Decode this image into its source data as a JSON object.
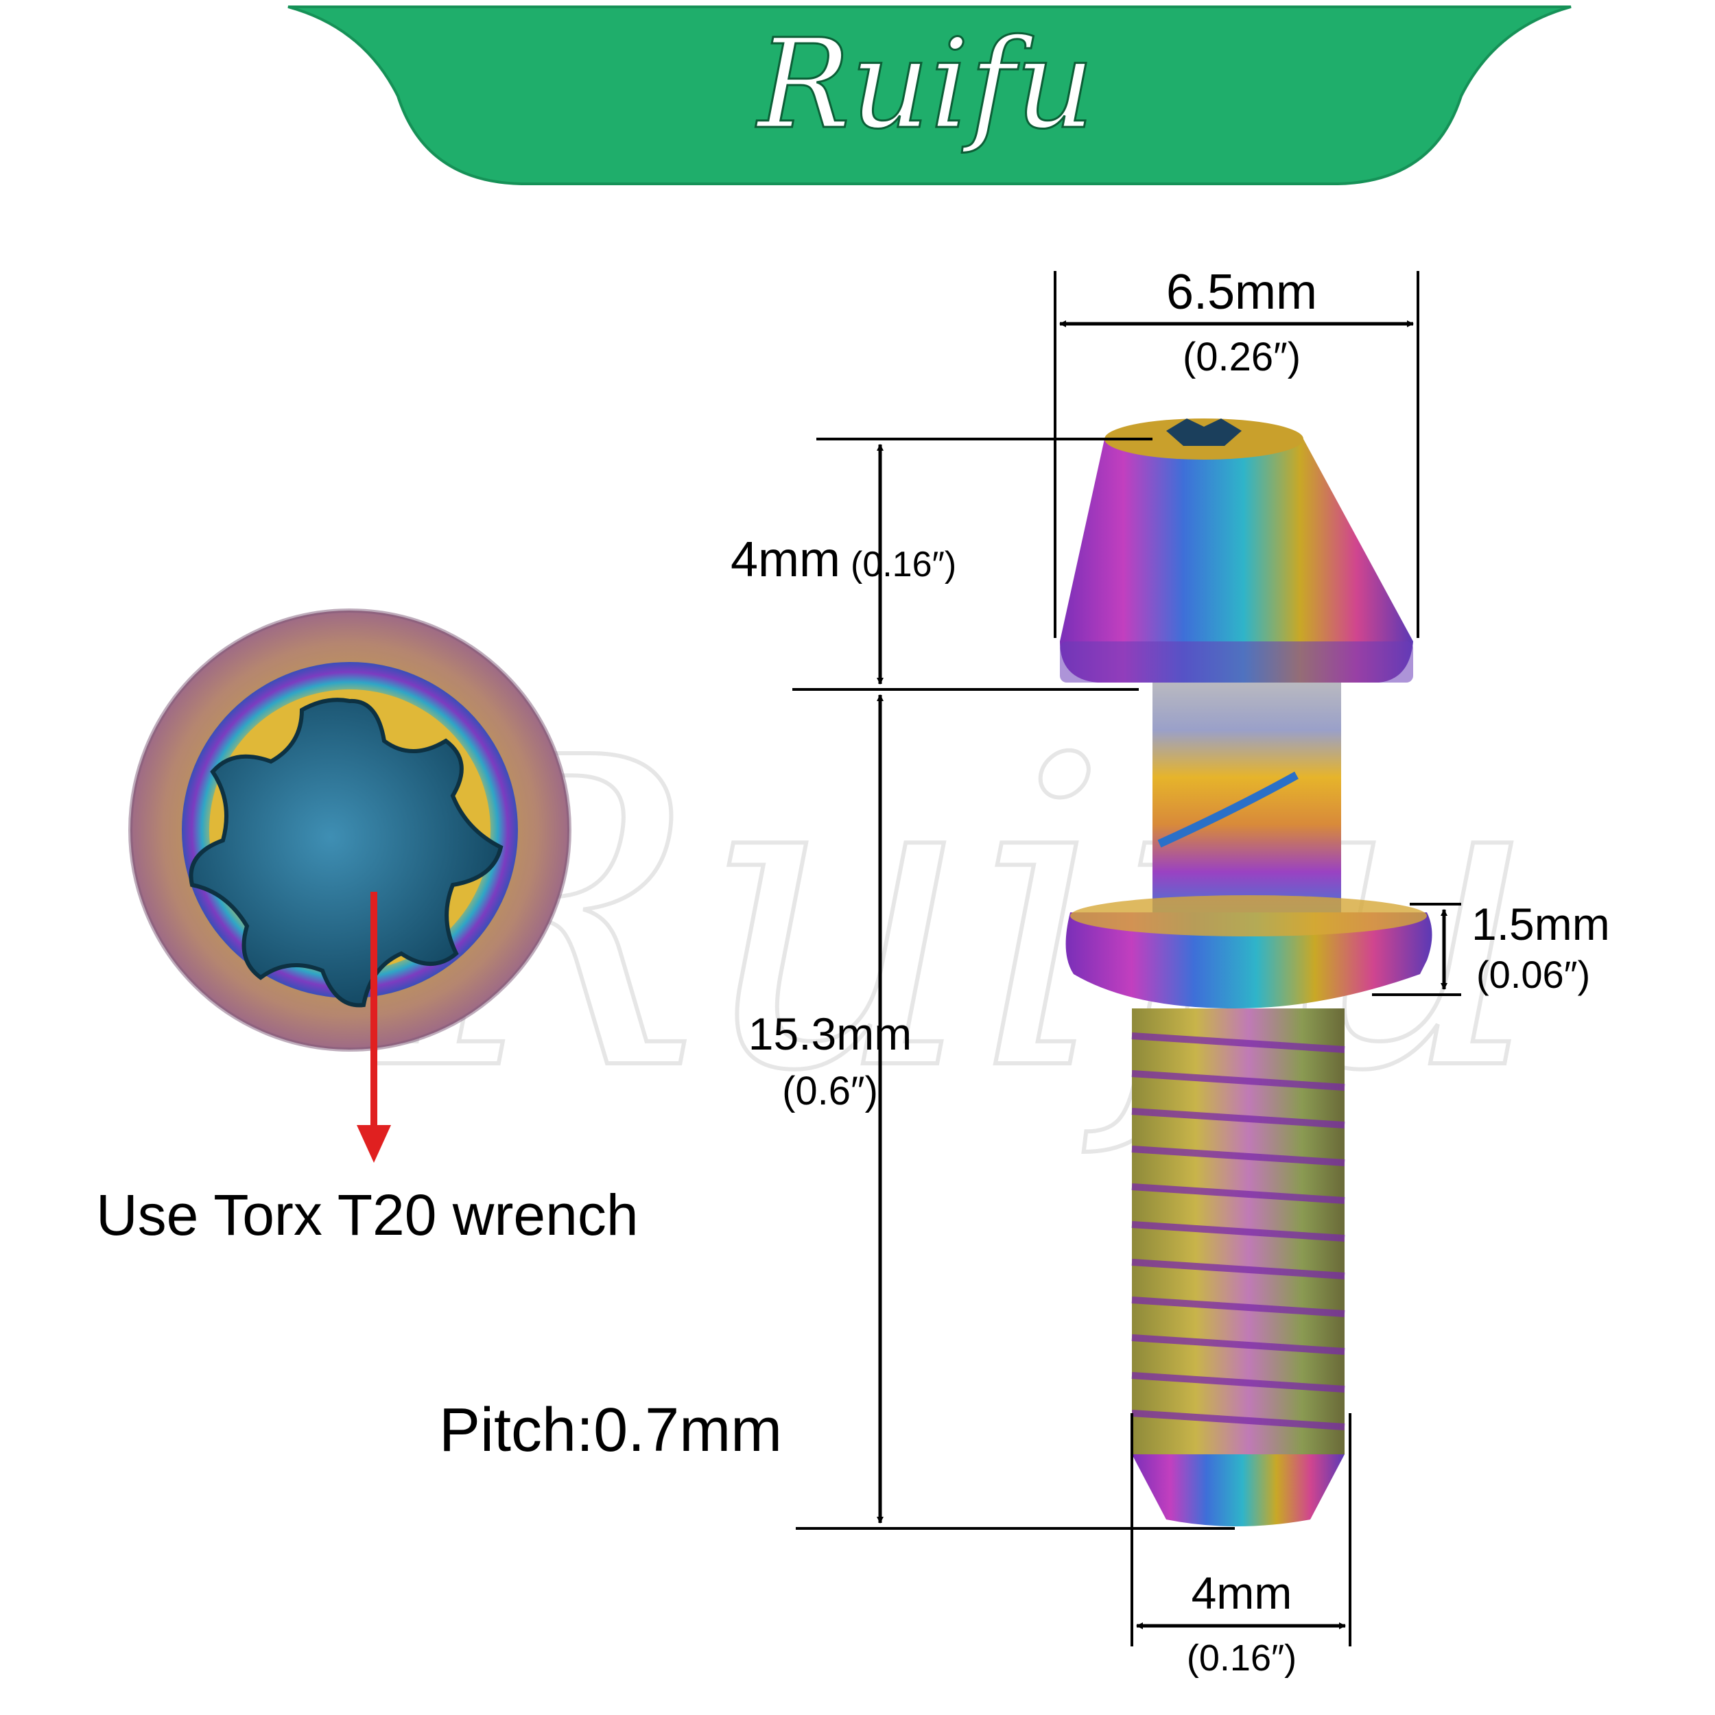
{
  "brand": {
    "name": "Ruifu",
    "banner_color": "#1fae6b",
    "watermark": "Ruifu"
  },
  "colors": {
    "dimension_line": "#000000",
    "arrow_pointer": "#e02020",
    "background": "#ffffff"
  },
  "icons": {
    "head_recess": "torx-star-icon"
  },
  "dimensions": {
    "head_diameter": {
      "metric": "6.5mm",
      "imperial": "(0.26″)"
    },
    "head_height": {
      "metric": "4mm",
      "imperial": "(0.16″)"
    },
    "shank_length": {
      "metric": "15.3mm",
      "imperial": "(0.6″)"
    },
    "washer_thickness": {
      "metric": "1.5mm",
      "imperial": "(0.06″)"
    },
    "thread_diameter": {
      "metric": "4mm",
      "imperial": "(0.16″)"
    }
  },
  "pitch_label": "Pitch:0.7mm",
  "tool_note": "Use Torx T20 wrench"
}
